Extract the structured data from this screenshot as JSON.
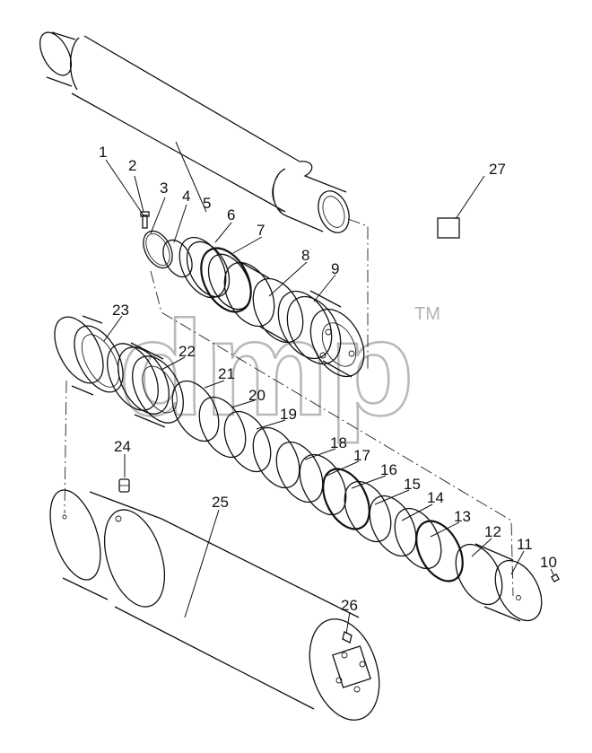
{
  "diagram": {
    "watermark": "dmp",
    "trademark": "TM",
    "part_numbers": [
      "1",
      "2",
      "3",
      "4",
      "5",
      "6",
      "7",
      "8",
      "9",
      "10",
      "11",
      "12",
      "13",
      "14",
      "15",
      "16",
      "17",
      "18",
      "19",
      "20",
      "21",
      "22",
      "23",
      "24",
      "25",
      "26",
      "27"
    ]
  }
}
